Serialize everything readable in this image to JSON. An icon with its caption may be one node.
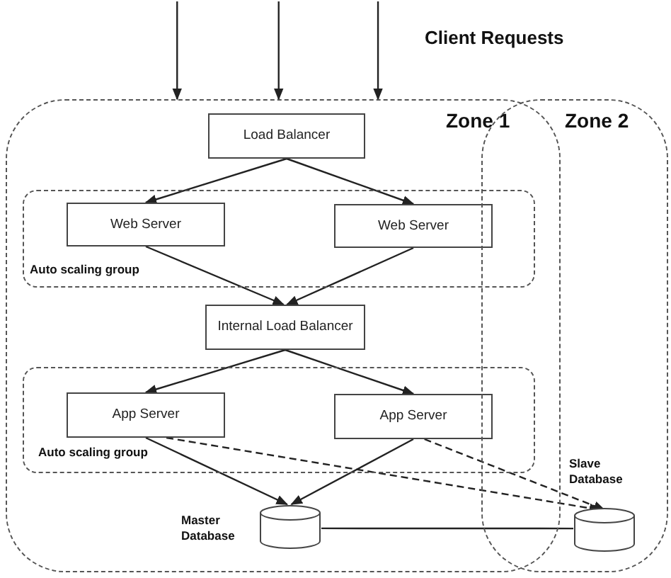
{
  "diagram": {
    "nodes": [
      {
        "text": [
          "Zone 1"
        ]
      },
      {
        "text": [
          "Zone 2"
        ]
      },
      {
        "text": [
          "Load Balancer"
        ],
        "in": 0
      },
      {
        "text": [
          "Auto scaling group"
        ],
        "in": 0
      },
      {
        "text": [
          "Web Server"
        ],
        "in": 3
      },
      {
        "text": [
          "Web Server"
        ],
        "in": 3
      },
      {
        "text": [
          "Internal Load Balancer"
        ],
        "in": 0
      },
      {
        "text": [
          "Auto scaling group"
        ],
        "in": 0
      },
      {
        "text": [
          "App Server"
        ],
        "in": 7
      },
      {
        "text": [
          "App Server"
        ],
        "in": 7
      },
      {
        "text": [
          "Master Database"
        ],
        "in": 0
      },
      {
        "text": [
          "Slave Database"
        ],
        "in": 1
      }
    ],
    "edges": [
      {
        "from": null,
        "to": 0,
        "arrow": "to"
      },
      {
        "from": null,
        "to": 0,
        "arrow": "to"
      },
      {
        "from": null,
        "to": 0,
        "arrow": "to"
      },
      {
        "from": 2,
        "to": 4,
        "arrow": "to"
      },
      {
        "from": 2,
        "to": 5,
        "arrow": "to"
      },
      {
        "from": 4,
        "to": 6,
        "arrow": "to"
      },
      {
        "from": 5,
        "to": 6,
        "arrow": "to"
      },
      {
        "from": 6,
        "to": 8,
        "arrow": "to"
      },
      {
        "from": 6,
        "to": 9,
        "arrow": "to"
      },
      {
        "from": 8,
        "to": 10,
        "arrow": "to"
      },
      {
        "from": 9,
        "to": 10,
        "arrow": "to"
      },
      {
        "from": 8,
        "to": 11,
        "arrow": "to",
        "style": "dashed"
      },
      {
        "from": 9,
        "to": 11,
        "arrow": "to",
        "style": "dashed"
      },
      {
        "from": 10,
        "to": 11,
        "arrow": "none"
      }
    ],
    "labels": [
      "Client Requests"
    ]
  }
}
